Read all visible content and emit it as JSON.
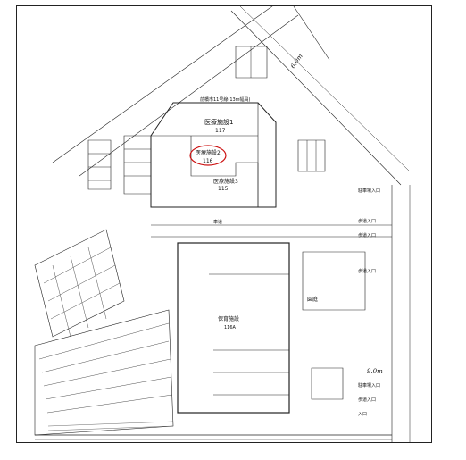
{
  "map": {
    "header_note": "前橋市11号線(13m幅員)",
    "buildings": {
      "b117": {
        "name": "医療施設1",
        "number": "117"
      },
      "b116": {
        "name": "医療施設2",
        "number": "116"
      },
      "b115": {
        "name": "医療施設3",
        "number": "115"
      },
      "main": {
        "name": "保育施設",
        "number": "116A"
      }
    },
    "entrances": [
      "駐車場入口",
      "歩道入口",
      "歩道入口",
      "歩道入口",
      "駐車場入口",
      "歩道入口",
      "入口"
    ],
    "labels": {
      "park": "園庭",
      "road_width_top": "6.0m",
      "road_width_right": "9.0m",
      "lane": "車道"
    },
    "highlight_color": "#cc1111"
  }
}
